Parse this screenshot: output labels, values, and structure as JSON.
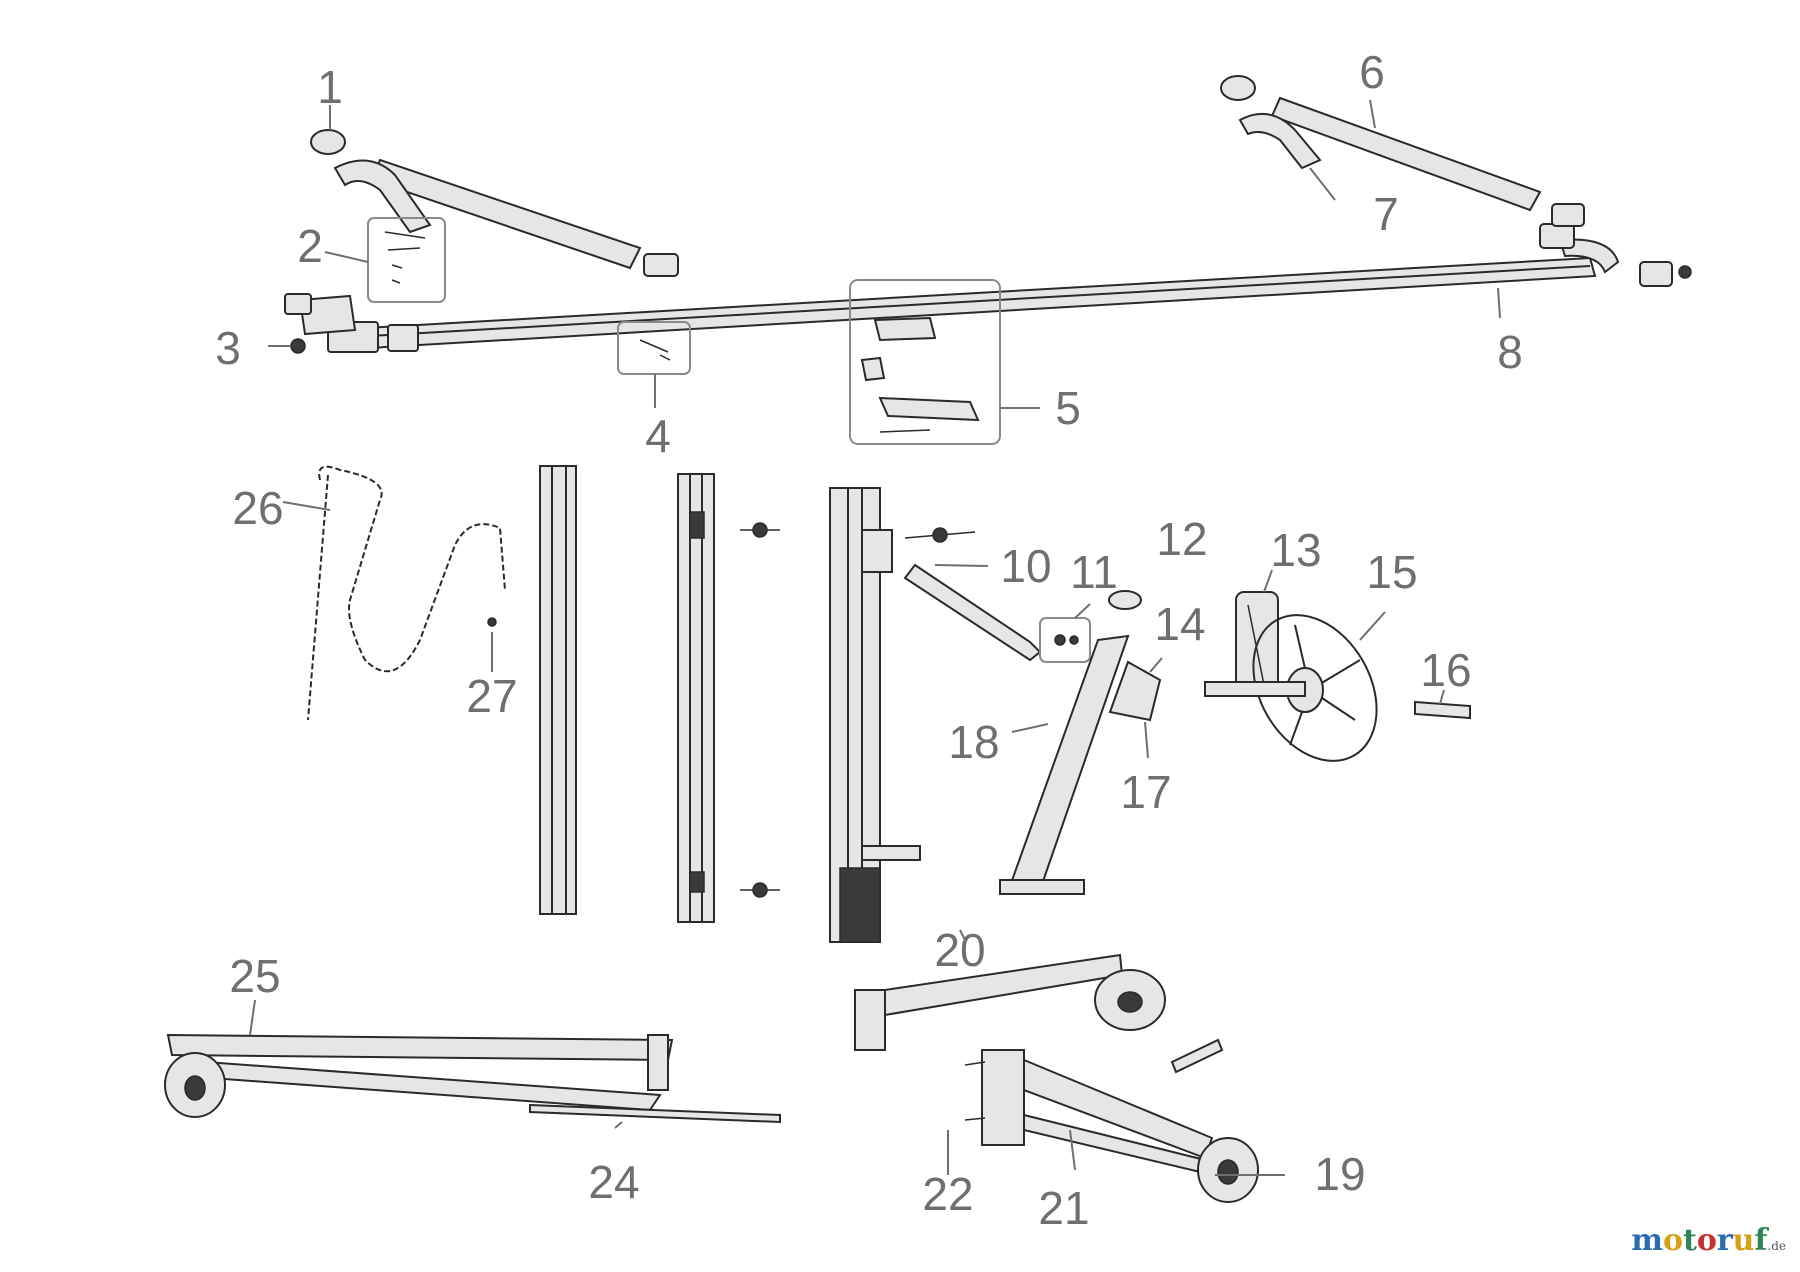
{
  "callouts": [
    "1",
    "2",
    "3",
    "4",
    "5",
    "6",
    "7",
    "8",
    "10",
    "11",
    "12",
    "13",
    "14",
    "15",
    "16",
    "17",
    "18",
    "19",
    "20",
    "21",
    "22",
    "24",
    "25",
    "26",
    "27"
  ],
  "watermark": {
    "text": "motoruf",
    "suffix": ".de",
    "colors": [
      "#2b6cb0",
      "#d4a017",
      "#2f855a",
      "#c53030"
    ]
  },
  "colors": {
    "line": "#2a2a2a",
    "label": "#6f6f6f",
    "box": "#8a8a8a"
  }
}
